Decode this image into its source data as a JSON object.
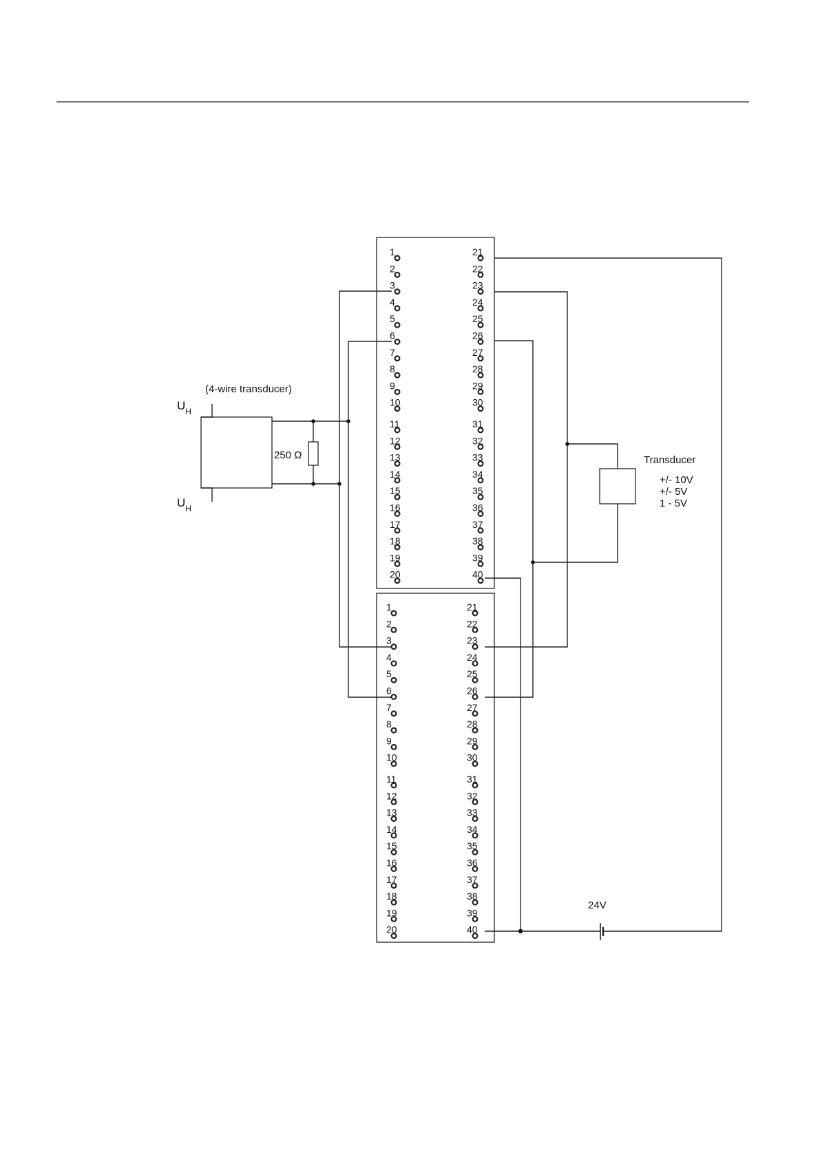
{
  "labels": {
    "four_wire": "(4-wire transducer)",
    "uh_main": "U",
    "uh_sub": "H",
    "resistor": "250 Ω",
    "transducer": "Transducer",
    "range_1": "+/- 10V",
    "range_2": "+/- 5V",
    "range_3": "1 - 5V",
    "supply": "24V"
  },
  "connectors": {
    "upper": {
      "left_pins": [
        "1",
        "2",
        "3",
        "4",
        "5",
        "6",
        "7",
        "8",
        "9",
        "10",
        "11",
        "12",
        "13",
        "14",
        "15",
        "16",
        "17",
        "18",
        "19",
        "20"
      ],
      "right_pins": [
        "21",
        "22",
        "23",
        "24",
        "25",
        "26",
        "27",
        "28",
        "29",
        "30",
        "31",
        "32",
        "33",
        "34",
        "35",
        "36",
        "37",
        "38",
        "39",
        "40"
      ]
    },
    "lower": {
      "left_pins": [
        "1",
        "2",
        "3",
        "4",
        "5",
        "6",
        "7",
        "8",
        "9",
        "10",
        "11",
        "12",
        "13",
        "14",
        "15",
        "16",
        "17",
        "18",
        "19",
        "20"
      ],
      "right_pins": [
        "21",
        "22",
        "23",
        "24",
        "25",
        "26",
        "27",
        "28",
        "29",
        "30",
        "31",
        "32",
        "33",
        "34",
        "35",
        "36",
        "37",
        "38",
        "39",
        "40"
      ]
    }
  },
  "colors": {
    "line": "#222222",
    "background": "#ffffff"
  }
}
